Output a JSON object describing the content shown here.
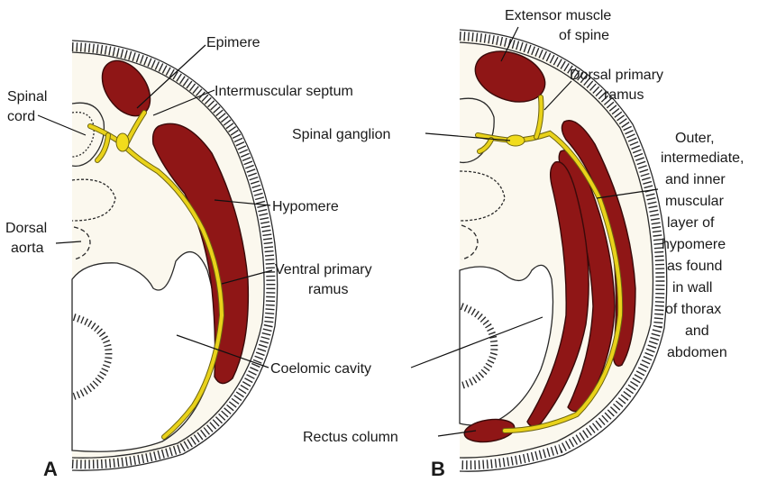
{
  "panels": [
    {
      "letter": "A",
      "labels": {
        "epimere": "Epimere",
        "intermuscular_septum": "Intermuscular septum",
        "spinal_cord_1": "Spinal",
        "spinal_cord_2": "cord",
        "hypomere": "Hypomere",
        "dorsal_aorta_1": "Dorsal",
        "dorsal_aorta_2": "aorta",
        "ventral_ramus_1": "Ventral primary",
        "ventral_ramus_2": "ramus",
        "coelomic_cavity": "Coelomic cavity"
      }
    },
    {
      "letter": "B",
      "labels": {
        "extensor_1": "Extensor muscle",
        "extensor_2": "of spine",
        "dorsal_ramus_1": "Dorsal primary",
        "dorsal_ramus_2": "ramus",
        "spinal_ganglion": "Spinal ganglion",
        "outer_layers": [
          "Outer,",
          "intermediate,",
          "and inner",
          "muscular",
          "layer of",
          "hypomere",
          "as found",
          "in wall",
          "of thorax",
          "and",
          "abdomen"
        ],
        "rectus_column": "Rectus column"
      }
    }
  ],
  "colors": {
    "muscle": "#8f1616",
    "nerve": "#e9d21a",
    "line": "#111111"
  }
}
